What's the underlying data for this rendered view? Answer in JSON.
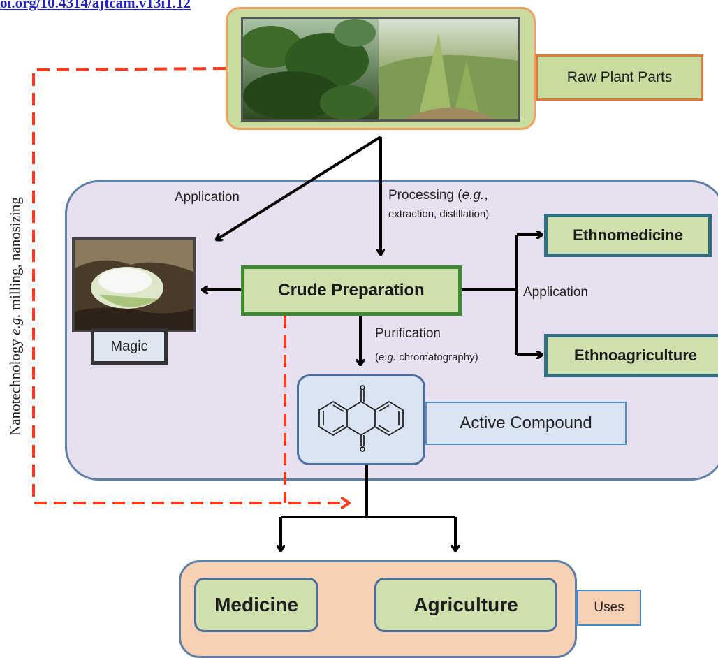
{
  "header": {
    "doi_fragment": "oi.org/10.4314/ajtcam.v13i1.12"
  },
  "raw_plant": {
    "label": "Raw Plant Parts"
  },
  "edges": {
    "application_top": "Application",
    "processing_line1_prefix": "Processing (",
    "processing_line1_italic": "e.g.",
    "processing_line1_suffix": ",",
    "processing_line2": "extraction, distillation)",
    "application_right": "Application",
    "purification_line1": "Purification",
    "purification_line2_prefix": "(",
    "purification_line2_italic": "e.g.",
    "purification_line2_suffix": " chromatography)"
  },
  "nodes": {
    "crude_preparation": "Crude Preparation",
    "ethnomedicine": "Ethnomedicine",
    "ethnoagriculture": "Ethnoagriculture",
    "magic": "Magic",
    "active_compound": "Active Compound"
  },
  "nanotech": {
    "prefix": "Nanotechnology ",
    "italic": "e.g.",
    "suffix": " milling, nanosizing"
  },
  "uses": {
    "medicine": "Medicine",
    "agriculture": "Agriculture",
    "label": "Uses"
  },
  "colors": {
    "arrow": "#000000",
    "dashed_arrow": "#ff3b1f",
    "lavender_panel": "#e8e0f0",
    "green_box": "#cfe0ac",
    "uses_panel": "#f8d0b4"
  }
}
